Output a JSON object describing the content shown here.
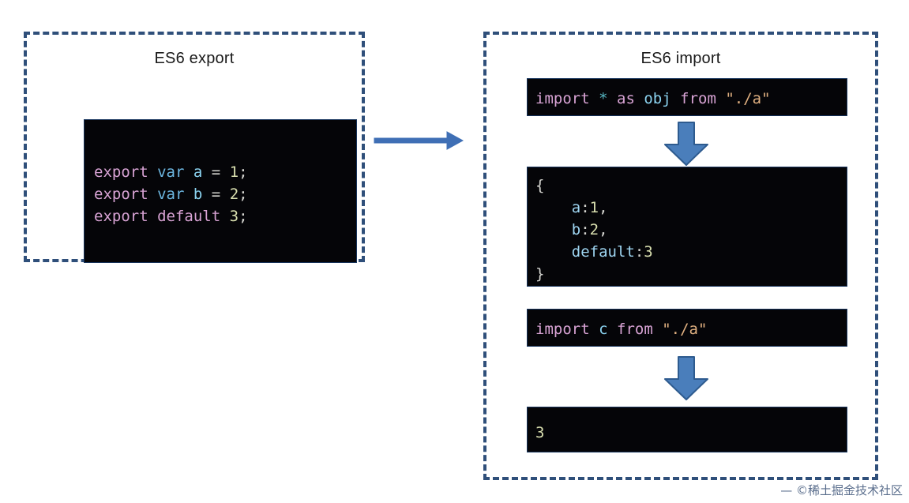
{
  "panels": {
    "export": {
      "title": "ES6 export",
      "code_lines": [
        [
          {
            "text": "export",
            "cls": "t-kw"
          },
          {
            "text": " ",
            "cls": "t-plain"
          },
          {
            "text": "var",
            "cls": "t-var"
          },
          {
            "text": " ",
            "cls": "t-plain"
          },
          {
            "text": "a",
            "cls": "t-id"
          },
          {
            "text": " ",
            "cls": "t-plain"
          },
          {
            "text": "=",
            "cls": "t-op"
          },
          {
            "text": " ",
            "cls": "t-plain"
          },
          {
            "text": "1",
            "cls": "t-num"
          },
          {
            "text": ";",
            "cls": "t-op"
          }
        ],
        [
          {
            "text": "export",
            "cls": "t-kw"
          },
          {
            "text": " ",
            "cls": "t-plain"
          },
          {
            "text": "var",
            "cls": "t-var"
          },
          {
            "text": " ",
            "cls": "t-plain"
          },
          {
            "text": "b",
            "cls": "t-id"
          },
          {
            "text": " ",
            "cls": "t-plain"
          },
          {
            "text": "=",
            "cls": "t-op"
          },
          {
            "text": " ",
            "cls": "t-plain"
          },
          {
            "text": "2",
            "cls": "t-num"
          },
          {
            "text": ";",
            "cls": "t-op"
          }
        ],
        [
          {
            "text": "export",
            "cls": "t-kw"
          },
          {
            "text": " ",
            "cls": "t-plain"
          },
          {
            "text": "default",
            "cls": "t-kw"
          },
          {
            "text": " ",
            "cls": "t-plain"
          },
          {
            "text": "3",
            "cls": "t-num"
          },
          {
            "text": ";",
            "cls": "t-op"
          }
        ]
      ],
      "plain_text": "export var a = 1;\nexport var b = 2;\nexport default 3;"
    },
    "import": {
      "title": "ES6 import",
      "blocks": [
        {
          "name": "import-namespace",
          "plain_text": "import * as obj from \"./a\"",
          "code_lines": [
            [
              {
                "text": "import",
                "cls": "t-kw"
              },
              {
                "text": " ",
                "cls": "t-plain"
              },
              {
                "text": "*",
                "cls": "t-star"
              },
              {
                "text": " ",
                "cls": "t-plain"
              },
              {
                "text": "as",
                "cls": "t-kw"
              },
              {
                "text": " ",
                "cls": "t-plain"
              },
              {
                "text": "obj",
                "cls": "t-id"
              },
              {
                "text": " ",
                "cls": "t-plain"
              },
              {
                "text": "from",
                "cls": "t-kw"
              },
              {
                "text": " ",
                "cls": "t-plain"
              },
              {
                "text": "\"./a\"",
                "cls": "t-str"
              }
            ]
          ]
        },
        {
          "name": "namespace-object",
          "plain_text": "{\n    a:1,\n    b:2,\n    default:3\n}",
          "code_lines": [
            [
              {
                "text": "{",
                "cls": "t-op"
              }
            ],
            [
              {
                "text": "    ",
                "cls": "t-plain"
              },
              {
                "text": "a",
                "cls": "t-key"
              },
              {
                "text": ":",
                "cls": "t-op"
              },
              {
                "text": "1",
                "cls": "t-num"
              },
              {
                "text": ",",
                "cls": "t-op"
              }
            ],
            [
              {
                "text": "    ",
                "cls": "t-plain"
              },
              {
                "text": "b",
                "cls": "t-key"
              },
              {
                "text": ":",
                "cls": "t-op"
              },
              {
                "text": "2",
                "cls": "t-num"
              },
              {
                "text": ",",
                "cls": "t-op"
              }
            ],
            [
              {
                "text": "    ",
                "cls": "t-plain"
              },
              {
                "text": "default",
                "cls": "t-key"
              },
              {
                "text": ":",
                "cls": "t-op"
              },
              {
                "text": "3",
                "cls": "t-num"
              }
            ],
            [
              {
                "text": "}",
                "cls": "t-op"
              }
            ]
          ]
        },
        {
          "name": "import-default",
          "plain_text": "import c from \"./a\"",
          "code_lines": [
            [
              {
                "text": "import",
                "cls": "t-kw"
              },
              {
                "text": " ",
                "cls": "t-plain"
              },
              {
                "text": "c",
                "cls": "t-id"
              },
              {
                "text": " ",
                "cls": "t-plain"
              },
              {
                "text": "from",
                "cls": "t-kw"
              },
              {
                "text": " ",
                "cls": "t-plain"
              },
              {
                "text": "\"./a\"",
                "cls": "t-str"
              }
            ]
          ]
        },
        {
          "name": "default-value-output",
          "plain_text": "3",
          "code_lines": [
            [
              {
                "text": "3",
                "cls": "t-num"
              }
            ]
          ]
        }
      ]
    }
  },
  "arrows": {
    "right": {
      "name": "flow-arrow-right",
      "direction": "right"
    },
    "down_1": {
      "name": "flow-arrow-down-namespace",
      "direction": "down"
    },
    "down_2": {
      "name": "flow-arrow-down-default",
      "direction": "down"
    }
  },
  "watermark": "— ©稀土掘金技术社区",
  "colors": {
    "dash_border": "#2f4f7a",
    "code_bg": "#050508",
    "arrow_fill": "#4a7ebb",
    "arrow_stroke": "#2e5b8f",
    "title_text": "#1a1a1a"
  }
}
